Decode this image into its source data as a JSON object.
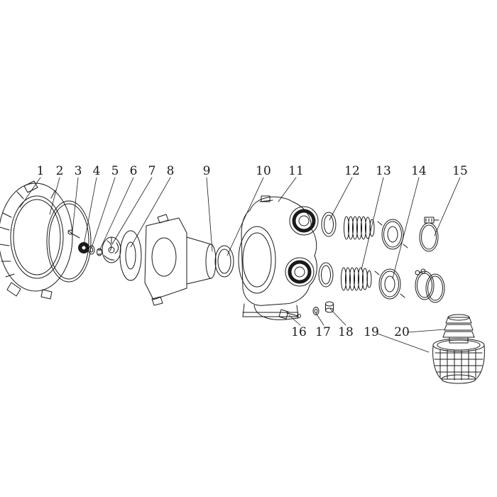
{
  "figure": {
    "type": "exploded-parts-diagram",
    "subject": "water-pump-assembly",
    "colors": {
      "ink": "#1a1a1a",
      "background": "#ffffff"
    },
    "callouts": [
      {
        "label": "1"
      },
      {
        "label": "2"
      },
      {
        "label": "3"
      },
      {
        "label": "4"
      },
      {
        "label": "5"
      },
      {
        "label": "6"
      },
      {
        "label": "7"
      },
      {
        "label": "8"
      },
      {
        "label": "9"
      },
      {
        "label": "10"
      },
      {
        "label": "11"
      },
      {
        "label": "12"
      },
      {
        "label": "13"
      },
      {
        "label": "14"
      },
      {
        "label": "15"
      },
      {
        "label": "16"
      },
      {
        "label": "17"
      },
      {
        "label": "18"
      },
      {
        "label": "19"
      },
      {
        "label": "20"
      }
    ]
  }
}
